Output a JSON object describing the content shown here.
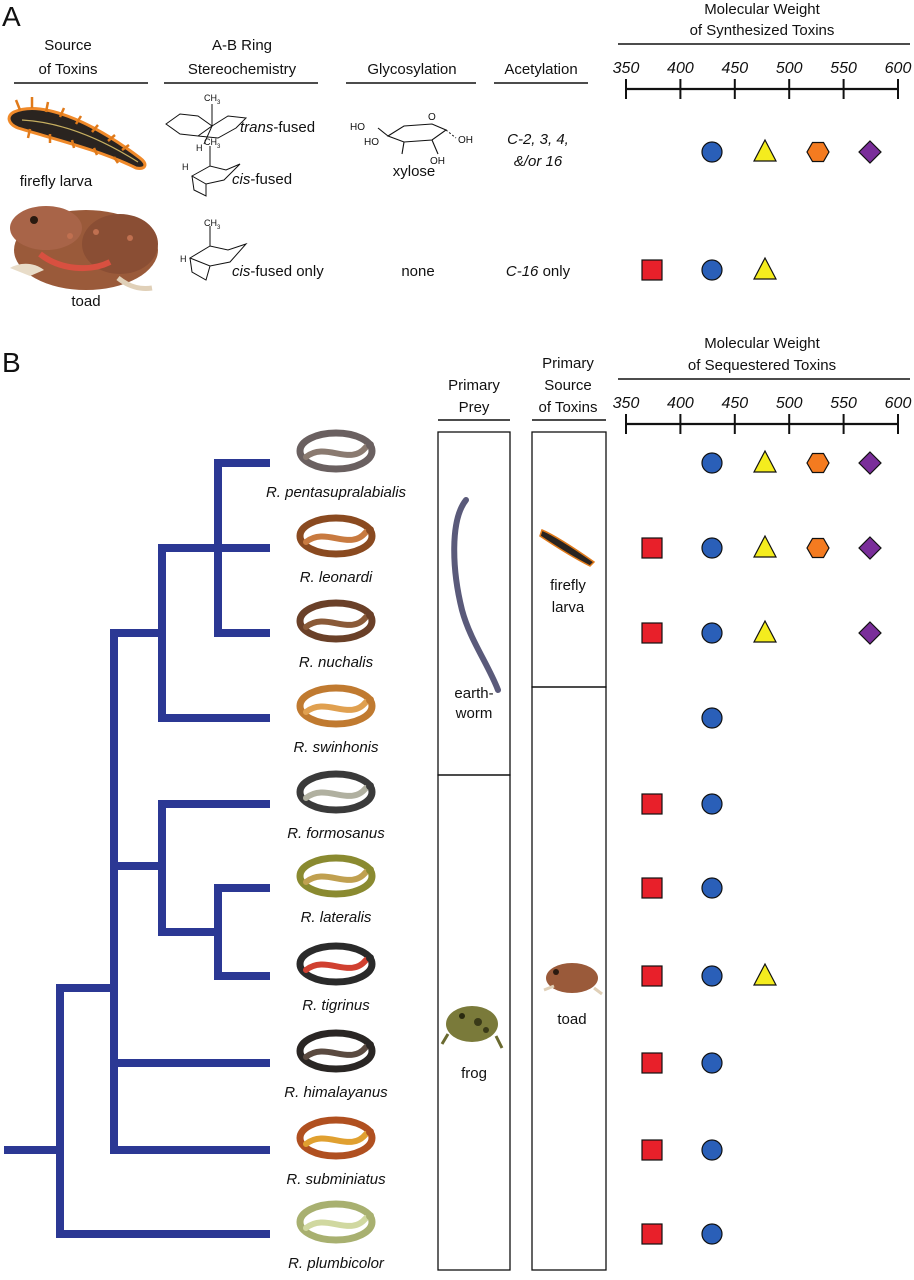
{
  "panel_a": {
    "label": "A",
    "headers": {
      "source_l1": "Source",
      "source_l2": "of Toxins",
      "ring_l1": "A-B Ring",
      "ring_l2": "Stereochemistry",
      "glycosylation": "Glycosylation",
      "acetylation": "Acetylation",
      "mw_l1": "Molecular Weight",
      "mw_l2": "of Synthesized Toxins"
    },
    "axis_ticks": [
      "350",
      "400",
      "450",
      "500",
      "550",
      "600"
    ],
    "rows": [
      {
        "source": "firefly larva",
        "ring_1": "trans-fused",
        "ring_1_prefix": "trans",
        "ring_1_suffix": "-fused",
        "ring_2_prefix": "cis",
        "ring_2_suffix": "-fused",
        "ch3": "CH",
        "ch3_sub": "3",
        "h": "H",
        "glyco_label": "xylose",
        "glyco_ho1": "HO",
        "glyco_ho2": "HO",
        "glyco_oh1": "OH",
        "glyco_oh2": "OH",
        "glyco_o": "O",
        "acetyl_l1": "C-2, 3, 4,",
        "acetyl_l2": "&/or 16",
        "markers": [
          "circle",
          "triangle",
          "hexagon",
          "diamond"
        ]
      },
      {
        "source": "toad",
        "ring_prefix": "cis",
        "ring_suffix": "-fused only",
        "ch3": "CH",
        "ch3_sub": "3",
        "h": "H",
        "glyco": "none",
        "acetyl_italic": "C-16",
        "acetyl_plain": " only",
        "markers": [
          "square",
          "circle",
          "triangle"
        ]
      }
    ]
  },
  "panel_b": {
    "label": "B",
    "headers": {
      "prey_l1": "Primary",
      "prey_l2": "Prey",
      "src_l1": "Primary",
      "src_l2": "Source",
      "src_l3": "of Toxins",
      "mw_l1": "Molecular Weight",
      "mw_l2": "of Sequestered Toxins"
    },
    "axis_ticks": [
      "350",
      "400",
      "450",
      "500",
      "550",
      "600"
    ],
    "prey": {
      "earthworm_l1": "earth-",
      "earthworm_l2": "worm",
      "frog": "frog"
    },
    "sources": {
      "firefly_l1": "firefly",
      "firefly_l2": "larva",
      "toad": "toad"
    },
    "species": [
      {
        "name": "R. pentasupralabialis",
        "markers": [
          "circle",
          "triangle",
          "hexagon",
          "diamond"
        ]
      },
      {
        "name": "R. leonardi",
        "markers": [
          "square",
          "circle",
          "triangle",
          "hexagon",
          "diamond"
        ]
      },
      {
        "name": "R. nuchalis",
        "markers": [
          "square",
          "circle",
          "triangle",
          "diamond"
        ]
      },
      {
        "name": "R. swinhonis",
        "markers": [
          "circle"
        ]
      },
      {
        "name": "R. formosanus",
        "markers": [
          "square",
          "circle"
        ]
      },
      {
        "name": "R. lateralis",
        "markers": [
          "square",
          "circle"
        ]
      },
      {
        "name": "R. tigrinus",
        "markers": [
          "square",
          "circle",
          "triangle"
        ]
      },
      {
        "name": "R. himalayanus",
        "markers": [
          "square",
          "circle"
        ]
      },
      {
        "name": "R. subminiatus",
        "markers": [
          "square",
          "circle"
        ]
      },
      {
        "name": "R. plumbicolor",
        "markers": [
          "square",
          "circle"
        ]
      }
    ]
  },
  "colors": {
    "tree": "#2b3894",
    "square": "#e8202a",
    "circle": "#2a5fb8",
    "triangle": "#f4ec1e",
    "hexagon": "#f47b20",
    "diamond": "#7a2e9a"
  }
}
